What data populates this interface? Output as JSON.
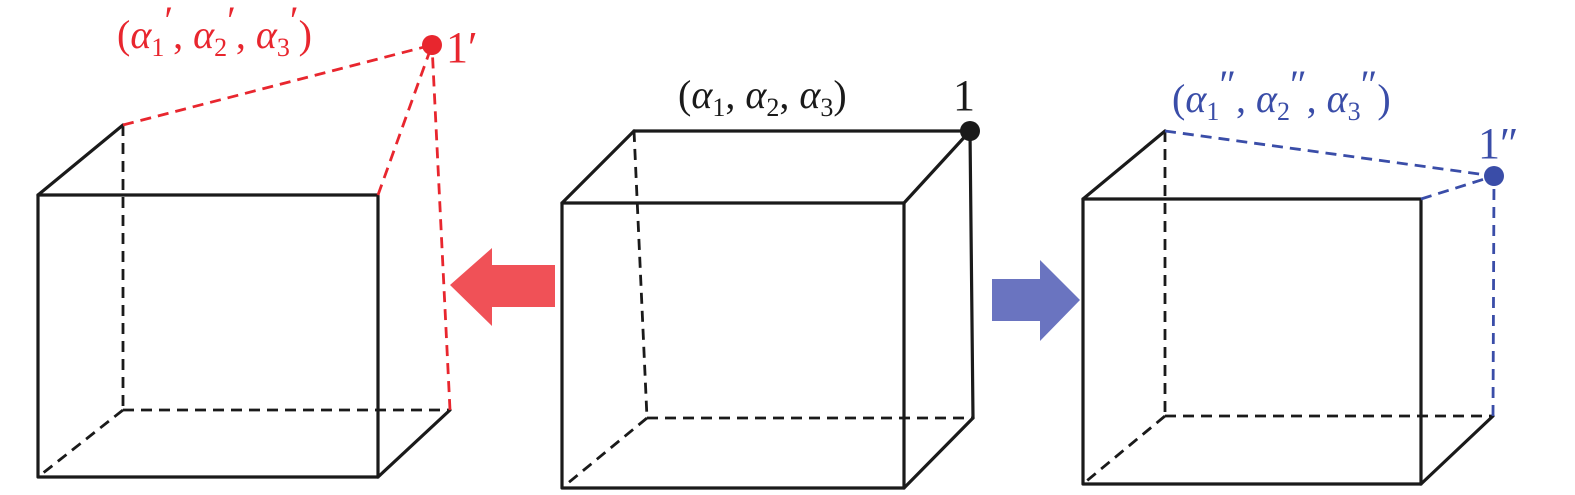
{
  "colors": {
    "black": "#1a1a1a",
    "red": "#e8262e",
    "blue": "#3a4da8",
    "arrow_red": "#f05157",
    "arrow_blue": "#6a74c0"
  },
  "center_cube": {
    "corner_label": "1",
    "coords": {
      "open": "(",
      "sym": "α",
      "s1": "1",
      "s2": "2",
      "s3": "3",
      "sep": ", ",
      "close": ")",
      "prime": ""
    }
  },
  "left_cube": {
    "corner_label": "1′",
    "coords": {
      "open": "(",
      "sym": "α",
      "s1": "1",
      "s2": "2",
      "s3": "3",
      "sep": ", ",
      "close": ")",
      "prime": "′"
    }
  },
  "right_cube": {
    "corner_label": "1″",
    "coords": {
      "open": "(",
      "sym": "α",
      "s1": "1",
      "s2": "2",
      "s3": "3",
      "sep": ", ",
      "close": ")",
      "prime": "″"
    }
  },
  "arrows": [
    {
      "name": "left-arrow",
      "direction": "left",
      "color": "arrow_red"
    },
    {
      "name": "right-arrow",
      "direction": "right",
      "color": "arrow_blue"
    }
  ]
}
